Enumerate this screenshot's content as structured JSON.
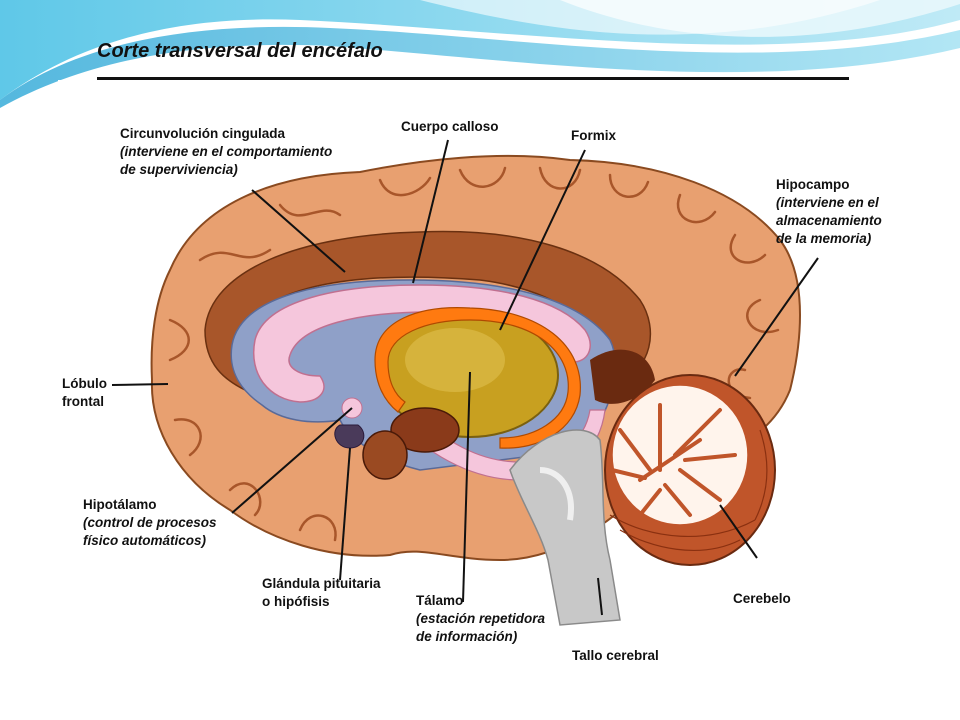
{
  "slide": {
    "title": "Corte transversal  del encéfalo"
  },
  "labels": {
    "cingulate": {
      "line1": "Circunvolución cingulada",
      "line2": "(interviene en el comportamiento",
      "line3": "de superviviencia)"
    },
    "callosum": {
      "line1": "Cuerpo calloso"
    },
    "fornix": {
      "line1": "Formix"
    },
    "hippocampus": {
      "line1": "Hipocampo",
      "line2": "(interviene en el",
      "line3": "almacenamiento",
      "line4": "de la memoria)"
    },
    "frontal": {
      "line1": "Lóbulo",
      "line2": "frontal"
    },
    "hypothalamus": {
      "line1": "Hipotálamo",
      "line2": "(control de procesos",
      "line3": "físico automáticos)"
    },
    "pituitary": {
      "line1": "Glándula pituitaria",
      "line2": "o hipófisis"
    },
    "thalamus": {
      "line1": "Tálamo",
      "line2": "(estación repetidora",
      "line3": "de información)"
    },
    "cerebellum": {
      "line1": "Cerebelo"
    },
    "brainstem": {
      "line1": "Tallo cerebral"
    }
  },
  "colors": {
    "cortex": "#e8a070",
    "cortex_dark": "#a8562a",
    "ventricle": "#8fa0c8",
    "callosum": "#f5c6dc",
    "thalamus": "#c8a020",
    "fornix": "#ff7a10",
    "brainstem": "#c8c8c8",
    "cerebellum": "#c0552a"
  }
}
